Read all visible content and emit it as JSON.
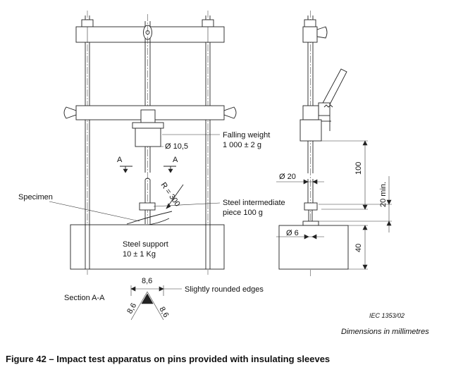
{
  "labels": {
    "falling_weight_line1": "Falling weight",
    "falling_weight_line2": "1 000 ± 2 g",
    "dia_10_5": "Ø 10,5",
    "section_a_left": "A",
    "section_a_right": "A",
    "radius": "R = 300",
    "specimen": "Specimen",
    "steel_intermediate_line1": "Steel intermediate",
    "steel_intermediate_line2": "piece 100 g",
    "steel_support_line1": "Steel support",
    "steel_support_line2": "10 ± 1 Kg",
    "dia_20": "Ø 20",
    "dia_6": "Ø 6",
    "dim_100": "100",
    "dim_20_min": "20 min.",
    "dim_40": "40",
    "section_title": "Section A-A",
    "dim_8_6_top": "8,6",
    "dim_8_6_left": "8,6",
    "dim_8_6_right": "8,6",
    "rounded_edges": "Slightly rounded edges",
    "iec_ref": "IEC  1353/02",
    "dimensions_note": "Dimensions in millimetres"
  },
  "caption": "Figure 42 – Impact test apparatus on pins provided with insulating sleeves"
}
